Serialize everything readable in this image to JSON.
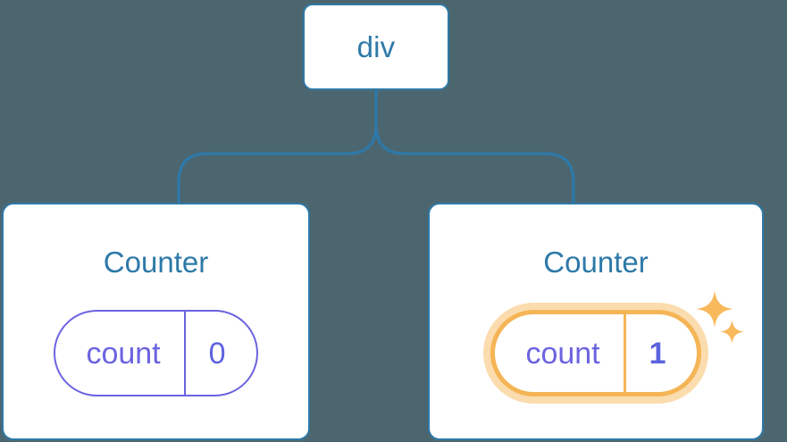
{
  "diagram": {
    "type": "component-tree",
    "background_color": "#4c6670",
    "node_border_color": "#2e79a8",
    "node_text_color": "#2e79a8",
    "state_color": "#6c63e0",
    "highlight_color": "#f5b556",
    "highlight_glow_color": "#fbdcae"
  },
  "root": {
    "label": "div"
  },
  "children": [
    {
      "title": "Counter",
      "state": {
        "key": "count",
        "value": "0",
        "highlighted": false
      }
    },
    {
      "title": "Counter",
      "state": {
        "key": "count",
        "value": "1",
        "highlighted": true
      },
      "sparkle_icons": [
        "sparkle-large",
        "sparkle-small"
      ]
    }
  ]
}
